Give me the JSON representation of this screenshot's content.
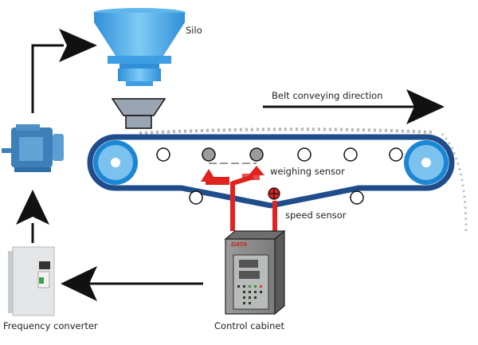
{
  "labels": {
    "silo": "Silo",
    "belt_direction": "Belt conveying direction",
    "weighing_sensor": "weighing sensor",
    "speed_sensor": "speed sensor",
    "frequency_converter": "Frequency converter",
    "control_cabinet": "Control cabinet",
    "cabinet_brand": "DATA"
  },
  "components": [
    {
      "id": "silo",
      "icon": "silo-hopper-icon"
    },
    {
      "id": "feeder",
      "icon": "feeder-chute-icon"
    },
    {
      "id": "motor",
      "icon": "electric-motor-icon"
    },
    {
      "id": "belt-conveyor",
      "icon": "belt-conveyor-icon"
    },
    {
      "id": "weighing-sensor",
      "icon": "load-cell-icon"
    },
    {
      "id": "speed-sensor",
      "icon": "speed-sensor-icon"
    },
    {
      "id": "control-cabinet",
      "icon": "control-cabinet-icon"
    },
    {
      "id": "frequency-converter",
      "icon": "frequency-converter-icon"
    }
  ],
  "flow": [
    {
      "from": "control-cabinet",
      "to": "frequency-converter"
    },
    {
      "from": "frequency-converter",
      "to": "motor"
    },
    {
      "from": "motor",
      "to": "silo"
    }
  ],
  "colors": {
    "belt": "#1f4d8c",
    "pulley_outer": "#1b87d4",
    "pulley_inner": "#7cc2ee",
    "silo": "#4aa8e8",
    "signal_wire": "#e0231f",
    "arrow": "#111111",
    "cabinet": "#8a8a8a"
  }
}
